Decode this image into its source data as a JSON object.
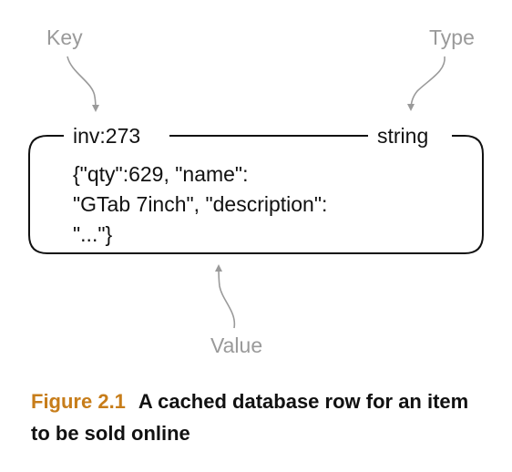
{
  "callouts": {
    "key": "Key",
    "type": "Type",
    "value": "Value"
  },
  "record": {
    "key": "inv:273",
    "type": "string",
    "value_lines": [
      "{\"qty\":629, \"name\":",
      "\"GTab 7inch\", \"description\":",
      "\"...\"}"
    ]
  },
  "caption": {
    "figure_number": "Figure 2.1",
    "text": "A cached database row for an item to be sold online"
  },
  "colors": {
    "callout_text": "#9a9a9a",
    "arrow": "#9a9a9a",
    "box_stroke": "#111111",
    "figure_number": "#c77d1a"
  }
}
